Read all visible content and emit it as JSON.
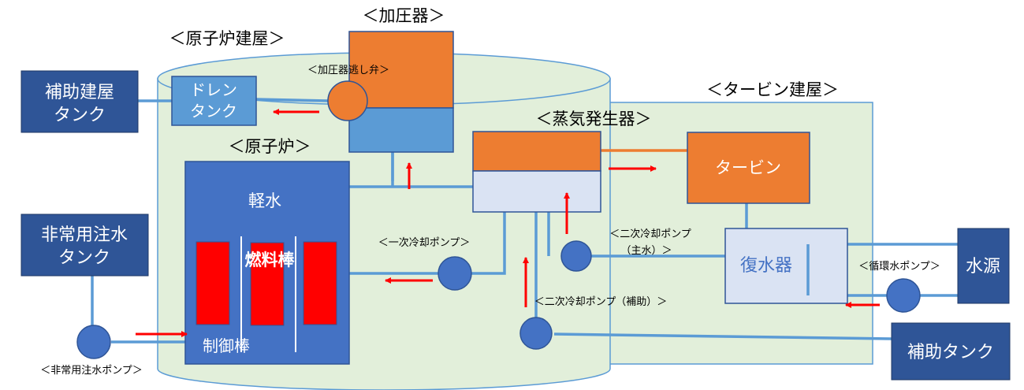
{
  "labels": {
    "reactor_building": "＜原子炉建屋＞",
    "pressurizer": "＜加圧器＞",
    "turbine_building": "＜タービン建屋＞",
    "pressurizer_relief_valve": "＜加圧器逃し弁＞",
    "steam_generator": "＜蒸気発生器＞",
    "reactor": "＜原子炉＞",
    "primary_pump": "＜一次冷却ポンプ＞",
    "secondary_pump_main_1": "＜二次冷却ポンプ",
    "secondary_pump_main_2": "（主水）＞",
    "secondary_pump_aux": "＜二次冷却ポンプ（補助）＞",
    "circulation_pump": "＜循環水ポンプ＞",
    "emergency_pump": "＜非常用注水ポンプ＞"
  },
  "boxes": {
    "aux_building_tank_1": "補助建屋",
    "aux_building_tank_2": "タンク",
    "drain_tank_1": "ドレン",
    "drain_tank_2": "タンク",
    "emergency_tank_1": "非常用注水",
    "emergency_tank_2": "タンク",
    "turbine": "タービン",
    "condenser": "復水器",
    "water_source": "水源",
    "aux_tank": "補助タンク",
    "light_water": "軽水",
    "fuel_rods": "燃料棒",
    "control_rods": "制御棒"
  },
  "colors": {
    "building_fill": "#e2efda",
    "navy_box": "#2f5597",
    "reactor_blue": "#4472c4",
    "pipe_blue": "#5b9bd5",
    "orange": "#ed7d31",
    "light_blue": "#dae3f3",
    "fuel_red": "#ff0000",
    "arrow_red": "#ff0000"
  }
}
